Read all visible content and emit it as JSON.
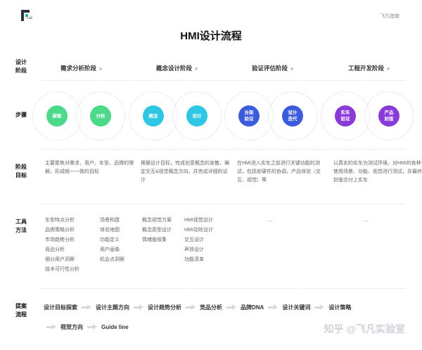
{
  "header": {
    "logo_text": "Lab",
    "brand": "飞凡指南",
    "title": "HMI设计流程"
  },
  "row_labels": {
    "phase": [
      "设计",
      "阶段"
    ],
    "steps": [
      "步骤"
    ],
    "goals": [
      "阶段",
      "目标"
    ],
    "tools": [
      "工具",
      "方法"
    ],
    "proposal": [
      "提案",
      "流程"
    ]
  },
  "phases": [
    "需求分析阶段",
    "概念设计阶段",
    "验证评估阶段",
    "工程开发阶段"
  ],
  "steps": [
    {
      "label": "探索",
      "color": "#4cd98a"
    },
    {
      "label": "分析",
      "color": "#4cd98a"
    },
    {
      "label": "概念",
      "color": "#2fc6e6"
    },
    {
      "label": "设计",
      "color": "#2fc6e6"
    },
    {
      "label": "台架\n验证",
      "color": "#3a5bdc"
    },
    {
      "label": "设计\n迭代",
      "color": "#3a5bdc"
    },
    {
      "label": "实车\n验证",
      "color": "#8a3ad8"
    },
    {
      "label": "产品\n封版",
      "color": "#8a3ad8"
    }
  ],
  "goals": [
    "主要聚焦对需求、用户、车型、品牌的理解，形成统一一致的目标",
    "根据设计目标，完成创意概念的发散，确定交互&视觉概念方向，并完成详细的设计",
    "在HMI进入实车之前进行关键功能的测试，包括软硬件的协调，产品体验（交互、视觉）等",
    "以真实的实车为测试环境，对HMI的各种使用场景、功能、视觉进行测试，并最终封版交付上实车"
  ],
  "tools": {
    "col1": [
      "车型特点分析",
      "品牌策略分析",
      "市场趋势分析",
      "竞品分析",
      "细分用户洞察",
      "技术可行性分析"
    ],
    "col2": [
      "场景构建",
      "体验地图",
      "功能定义",
      "用户画像",
      "机会点洞察"
    ],
    "col3": [
      "概念视觉方案",
      "概念原型设计",
      "情绪版收集"
    ],
    "col4": [
      "HMI视觉设计",
      "HMI动效设计",
      "交互设计",
      "声效设计",
      "功能清单"
    ],
    "col5": [
      "...."
    ],
    "col6": [
      "...."
    ]
  },
  "proposal_row1": [
    "设计目标探索",
    "设计主题方向",
    "设计趋势分析",
    "竞品分析",
    "品牌DNA",
    "设计关键词",
    "设计策略"
  ],
  "proposal_row2": [
    "视觉方向",
    "Guide line"
  ],
  "watermark": "知乎 @飞凡实验室"
}
